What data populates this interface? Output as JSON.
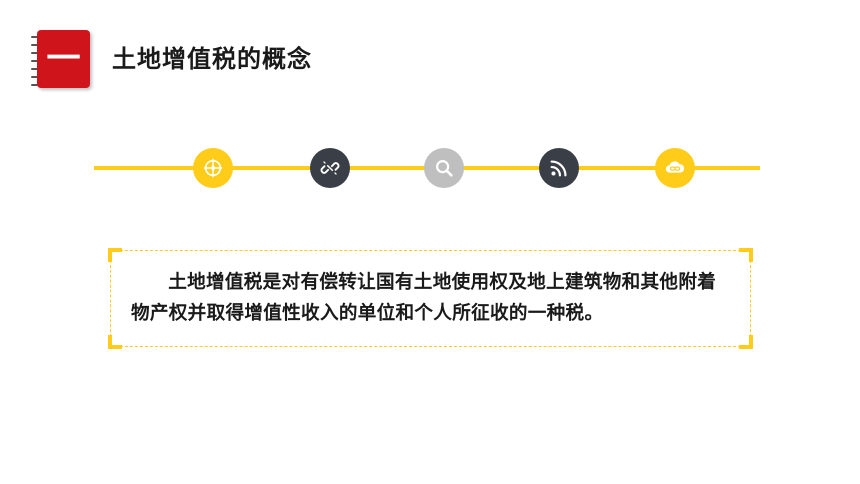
{
  "section": {
    "number": "一",
    "title": "土地增值税的概念"
  },
  "timeline": {
    "nodes": [
      {
        "icon": "compass-icon",
        "color": "#ffcc1a"
      },
      {
        "icon": "broken-link-icon",
        "color": "#3a3f47"
      },
      {
        "icon": "search-icon",
        "color": "#bfbfbf"
      },
      {
        "icon": "rss-icon",
        "color": "#3a3f47"
      },
      {
        "icon": "cloud-link-icon",
        "color": "#ffcc1a"
      }
    ],
    "line_color": "#ffcc1a"
  },
  "definition": {
    "text": "土地增值税是对有偿转让国有土地使用权及地上建筑物和其他附着物产权并取得增值性收入的单位和个人所征收的一种税。"
  },
  "colors": {
    "accent": "#ffcc1a",
    "badge": "#d0141c",
    "dark": "#3a3f47"
  }
}
